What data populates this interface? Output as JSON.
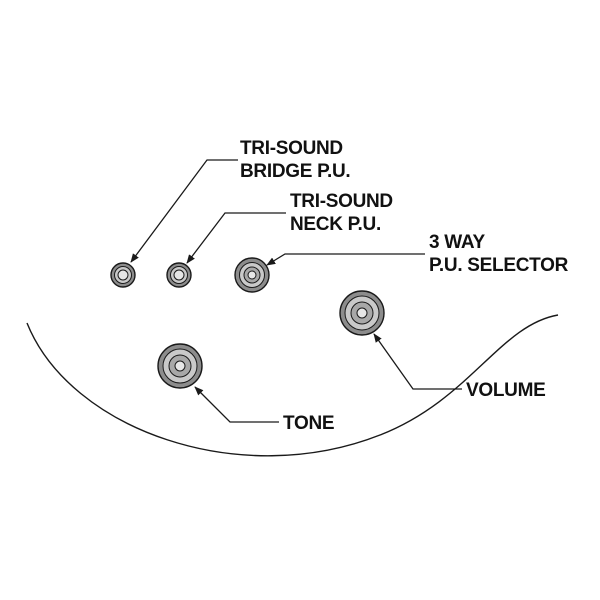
{
  "colors": {
    "line": "#1a1a1a",
    "text": "#111111",
    "knob_outer": "#8c8c8c",
    "knob_mid": "#c9c9c9",
    "knob_inner": "#e6e6e6",
    "knob_cap": "#a8a8a8"
  },
  "labels": {
    "bridge_pu": {
      "line1": "TRI-SOUND",
      "line2": "BRIDGE P.U."
    },
    "neck_pu": {
      "line1": "TRI-SOUND",
      "line2": "NECK P.U."
    },
    "selector": {
      "line1": "3 WAY",
      "line2": "P.U. SELECTOR"
    },
    "volume": "VOLUME",
    "tone": "TONE"
  }
}
